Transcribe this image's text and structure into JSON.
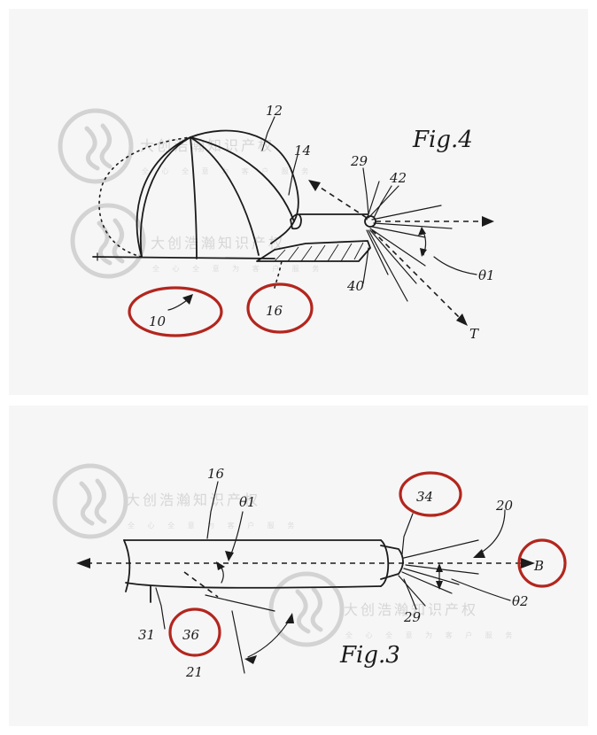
{
  "fig4": {
    "title": "Fig.4",
    "labels": {
      "l12": "12",
      "l14": "14",
      "l29": "29",
      "l42": "42",
      "l40": "40",
      "theta1": "θ1",
      "t": "T",
      "l10": "10",
      "l16": "16"
    }
  },
  "fig3": {
    "title": "Fig.3",
    "labels": {
      "l16": "16",
      "theta1": "θ1",
      "l34": "34",
      "l20": "20",
      "b": "B",
      "theta2": "θ2",
      "l31": "31",
      "l36": "36",
      "l29": "29",
      "l21": "21"
    }
  },
  "watermark": {
    "name": "大创浩瀚知识产权",
    "sub": "全 心 全 意 为 客 户 服 务"
  },
  "colors": {
    "ink": "#1b1b1b",
    "highlight": "#b3261e",
    "watermark": "#d3d3d3",
    "panel": "#f6f6f6"
  }
}
